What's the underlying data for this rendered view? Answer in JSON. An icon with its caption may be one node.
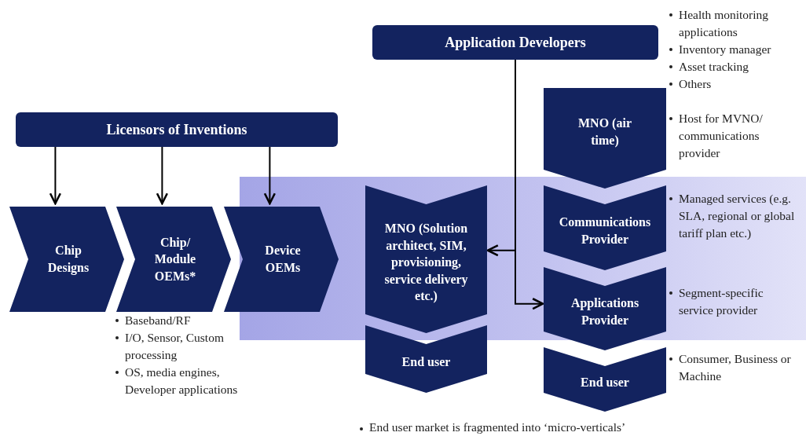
{
  "diagram": {
    "nodes": [
      {
        "text": [
          "Application Developers"
        ],
        "beside": [
          "Health monitoring applications",
          "Inventory manager",
          "Asset tracking",
          "Others"
        ]
      },
      {
        "text": [
          "Licensors of Inventions"
        ]
      },
      {
        "text": [
          "Chip Designs"
        ]
      },
      {
        "text": [
          "Chip/ Module OEMs*"
        ],
        "beside": [
          "Baseband/RF",
          "I/O, Sensor, Custom processing",
          "OS, media engines, Developer applications"
        ]
      },
      {
        "text": [
          "Device OEMs"
        ]
      },
      {
        "text": [
          "MNO (Solution architect, SIM, provisioning, service delivery etc.)"
        ]
      },
      {
        "text": [
          "End user"
        ]
      },
      {
        "text": [
          "MNO (air time)"
        ],
        "beside": [
          "Host for MVNO/ communications provider"
        ]
      },
      {
        "text": [
          "Communications Provider"
        ],
        "beside": [
          "Managed services (e.g. SLA, regional or global tariff plan etc.)"
        ]
      },
      {
        "text": [
          "Applications Provider"
        ],
        "beside": [
          "Segment-specific service provider"
        ]
      },
      {
        "text": [
          "End user"
        ],
        "beside": [
          "Consumer, Business or Machine"
        ]
      }
    ],
    "edges": [
      {
        "from": 1,
        "to": 2,
        "arrow": "to"
      },
      {
        "from": 1,
        "to": 3,
        "arrow": "to"
      },
      {
        "from": 1,
        "to": 4,
        "arrow": "to"
      },
      {
        "from": 0,
        "to": 5,
        "arrow": "to"
      },
      {
        "from": 0,
        "to": 9,
        "arrow": "to"
      }
    ],
    "labels": [
      "End user market is fragmented into ‘micro-verticals’"
    ]
  }
}
